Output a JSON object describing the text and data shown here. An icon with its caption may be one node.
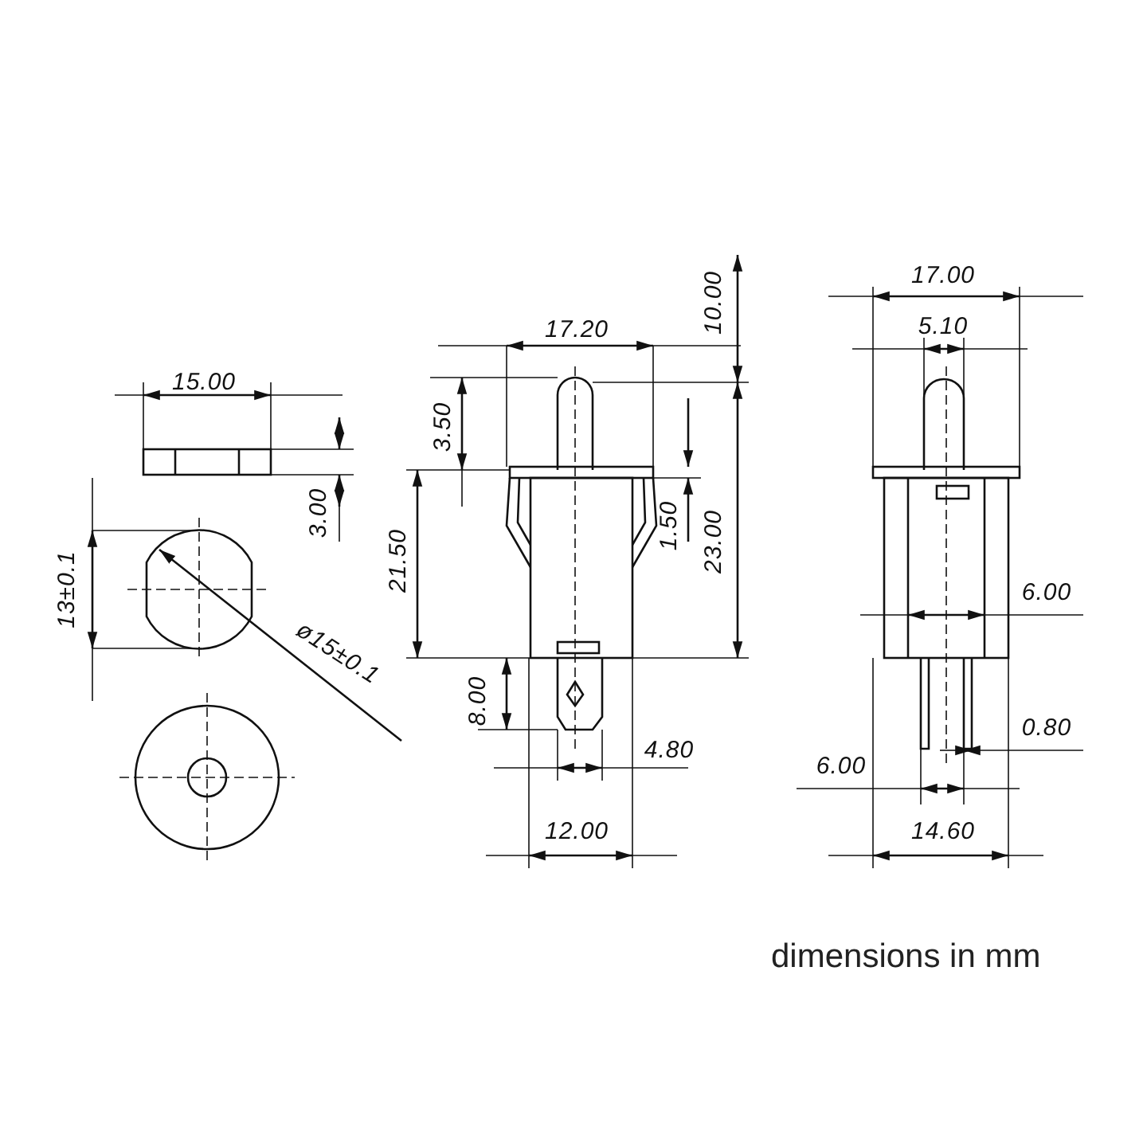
{
  "diagram": {
    "caption": "dimensions in mm",
    "labels": [
      "17.00",
      "10.00",
      "17.20",
      "5.10",
      "15.00",
      "3.50",
      "3.00",
      "21.50",
      "1.50",
      "23.00",
      "13±0.1",
      "6.00",
      "ø15±0.1",
      "8.00",
      "0.80",
      "4.80",
      "6.00",
      "12.00",
      "14.60"
    ]
  }
}
